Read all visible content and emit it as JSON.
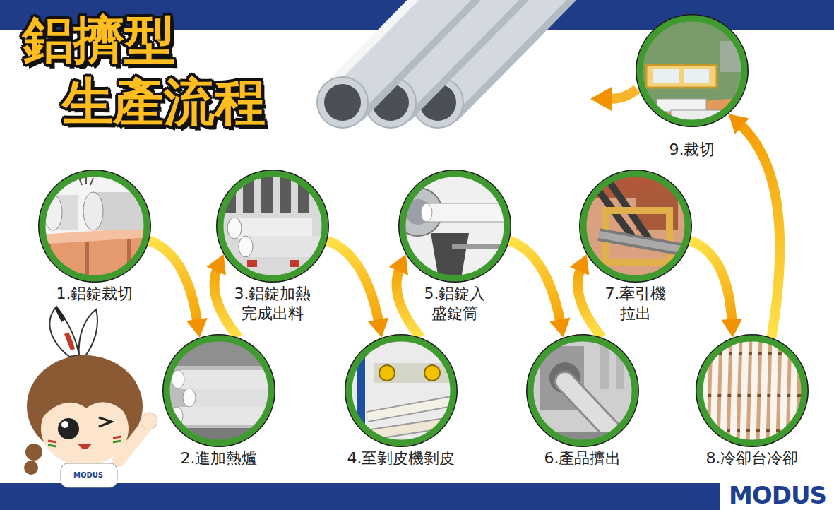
{
  "diagram": {
    "title": "鋁擠型 生產流程",
    "nodes": [
      {
        "text": [
          "1.鋁錠裁切"
        ]
      },
      {
        "text": [
          "2.進加熱爐"
        ]
      },
      {
        "text": [
          "3.鋁錠加熱 完成出料"
        ]
      },
      {
        "text": [
          "4.至剝皮機剝皮"
        ]
      },
      {
        "text": [
          "5.鋁錠入 盛錠筒"
        ]
      },
      {
        "text": [
          "6.產品擠出"
        ]
      },
      {
        "text": [
          "7.牽引機 拉出"
        ]
      },
      {
        "text": [
          "8.冷卻台冷卻"
        ]
      },
      {
        "text": [
          "9.裁切"
        ]
      }
    ],
    "edges": [
      {
        "from": 0,
        "to": 1,
        "arrow": "to"
      },
      {
        "from": 1,
        "to": 2,
        "arrow": "to"
      },
      {
        "from": 2,
        "to": 3,
        "arrow": "to"
      },
      {
        "from": 3,
        "to": 4,
        "arrow": "to"
      },
      {
        "from": 4,
        "to": 5,
        "arrow": "to"
      },
      {
        "from": 5,
        "to": 6,
        "arrow": "to"
      },
      {
        "from": 6,
        "to": 7,
        "arrow": "to"
      },
      {
        "from": 7,
        "to": 8,
        "arrow": "to"
      }
    ],
    "labels": [
      "MODUS",
      "MODUS"
    ]
  }
}
